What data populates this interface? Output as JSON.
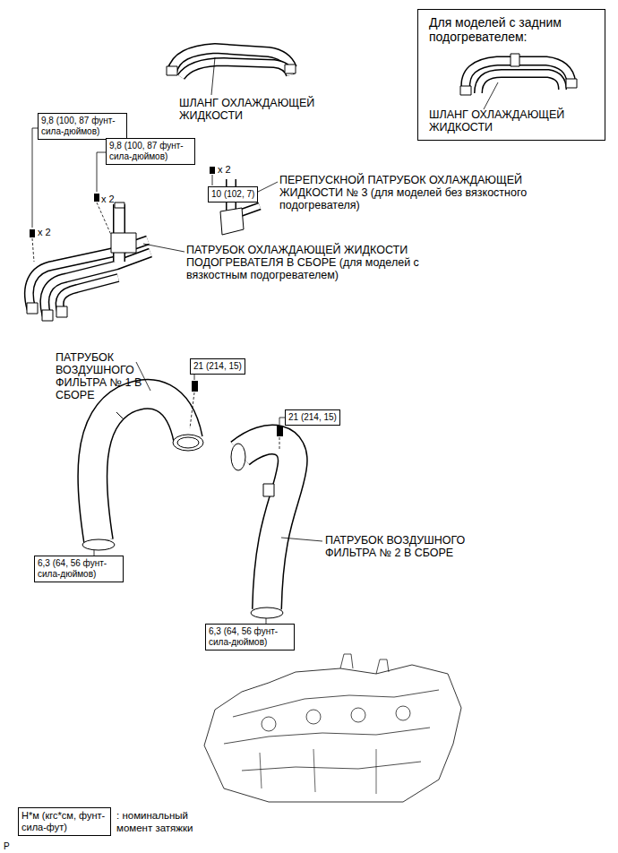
{
  "diagram": {
    "nodes": [
      {
        "text": [
          "Для моделей с задним подогревателем:",
          "ШЛАНГ ОХЛАЖДАЮЩЕЙ ЖИДКОСТИ"
        ]
      },
      {
        "text": [
          "9,8 (100, 87 фунт-сила-дюймов)"
        ]
      },
      {
        "text": [
          "9,8 (100, 87 фунт-сила-дюймов)"
        ]
      },
      {
        "text": [
          "10 (102, 7)"
        ]
      },
      {
        "text": [
          "21 (214, 15)"
        ]
      },
      {
        "text": [
          "21 (214, 15)"
        ]
      },
      {
        "text": [
          "6,3 (64, 56 фунт-сила-дюймов)"
        ]
      },
      {
        "text": [
          "6,3 (64, 56 фунт-сила-дюймов)"
        ]
      },
      {
        "text": [
          "Н*м (кгс*см, фунт-сила-фут)"
        ]
      }
    ],
    "labels": [
      "ШЛАНГ ОХЛАЖДАЮЩЕЙ ЖИДКОСТИ",
      "x 2",
      "ПЕРЕПУСКНОЙ ПАТРУБОК ОХЛАЖДАЮЩЕЙ ЖИДКОСТИ № 3 (для моделей без вязкостного подогревателя)",
      "x 2",
      "x 2",
      "ПАТРУБОК ОХЛАЖДАЮЩЕЙ ЖИДКОСТИ ПОДОГРЕВАТЕЛЯ В СБОРЕ (для моделей с вязкостным подогревателем)",
      "ПАТРУБОК ВОЗДУШНОГО ФИЛЬТРА № 1 В СБОРЕ",
      "ПАТРУБОК ВОЗДУШНОГО ФИЛЬТРА № 2 В СБОРЕ",
      ": номинальный момент затяжки",
      "P"
    ]
  }
}
